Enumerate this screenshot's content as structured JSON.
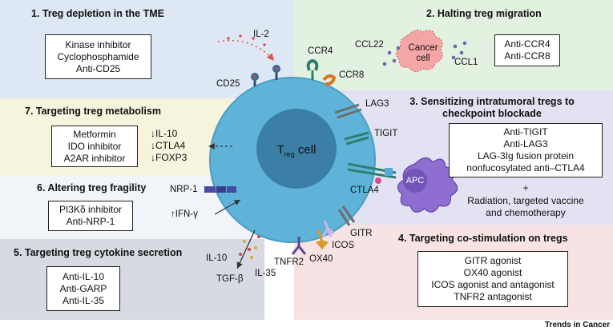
{
  "colors": {
    "p1_bg": "#dde8f4",
    "p2_bg": "#e3f1e1",
    "p3_bg": "#e2e2f2",
    "p4_bg": "#f7e3e3",
    "p5_bg": "#d7dae2",
    "p6_bg": "#f1f4f8",
    "p7_bg": "#f7f4dd",
    "cell_outer": "#5fb3d9",
    "cell_nucleus": "#3b7ea6",
    "apc": "#8e6fd1",
    "cancer": "#f4a5a5"
  },
  "panels": {
    "p1": {
      "title": "1. Treg depletion in the TME",
      "items": [
        "Kinase inhibitor",
        "Cyclophosphamide",
        "Anti-CD25"
      ]
    },
    "p2": {
      "title": "2. Halting treg migration",
      "items": [
        "Anti-CCR4",
        "Anti-CCR8"
      ]
    },
    "p3": {
      "title_line1": "3. Sensitizing intratumoral tregs to",
      "title_line2": "checkpoint blockade",
      "items": [
        "Anti-TIGIT",
        "Anti-LAG3",
        "LAG-3Ig fusion protein",
        "nonfucosylated anti–CTLA4"
      ],
      "plus": "+",
      "extra_line1": "Radiation, targeted vaccine",
      "extra_line2": "and chemotherapy"
    },
    "p4": {
      "title": "4. Targeting co-stimulation on tregs",
      "items": [
        "GITR agonist",
        "OX40 agonist",
        "ICOS agonist and antagonist",
        "TNFR2 antagonist"
      ]
    },
    "p5": {
      "title": "5. Targeting treg cytokine secretion",
      "items": [
        "Anti-IL-10",
        "Anti-GARP",
        "Anti-IL-35"
      ]
    },
    "p6": {
      "title": "6. Altering treg fragility",
      "items": [
        "PI3Kδ inhibitor",
        "Anti-NRP-1"
      ]
    },
    "p7": {
      "title": "7. Targeting treg metabolism",
      "items": [
        "Metformin",
        "IDO inhibitor",
        "A2AR inhibitor"
      ]
    }
  },
  "cell": {
    "label_main": "T",
    "label_sub": "reg",
    "label_rest": " cell"
  },
  "cancer_cell": {
    "line1": "Cancer",
    "line2": "cell"
  },
  "apc_label": "APC",
  "receptors": {
    "il2": "IL-2",
    "cd25": "CD25",
    "ccr4": "CCR4",
    "ccr8": "CCR8",
    "ccl22": "CCL22",
    "ccl1": "CCL1",
    "lag3": "LAG3",
    "tigit": "TIGIT",
    "ctla4": "CTLA4",
    "gitr": "GITR",
    "icos": "ICOS",
    "ox40": "OX40",
    "tnfr2": "TNFR2",
    "nrp1": "NRP-1",
    "ifng": "↑IFN-γ",
    "il10": "IL-10",
    "tgfb": "TGF-β",
    "il35": "IL-35"
  },
  "metabolism_effects": [
    "↓IL-10",
    "↓CTLA4",
    "↓FOXP3"
  ],
  "footer": "Trends in Cancer"
}
